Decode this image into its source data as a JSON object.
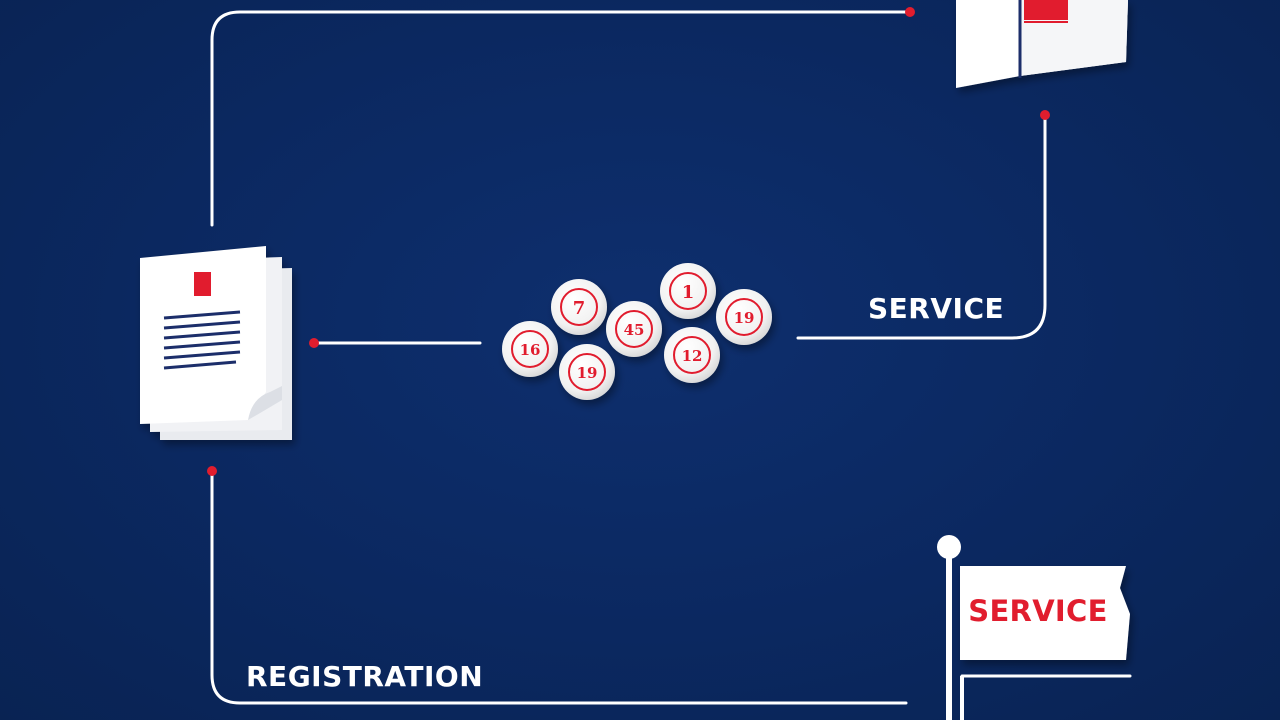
{
  "labels": {
    "service_right": "SERVICE",
    "registration": "REGISTRATION",
    "flag_text": "SERVICE"
  },
  "balls": [
    {
      "text": "7"
    },
    {
      "text": "1"
    },
    {
      "text": "16"
    },
    {
      "text": "45"
    },
    {
      "text": "19"
    },
    {
      "text": "19"
    },
    {
      "text": "12"
    }
  ],
  "colors": {
    "background": "#0b2860",
    "line": "#ffffff",
    "accent": "#e11d2e",
    "paper": "#f4f5f7"
  },
  "icons": {
    "document": "document-stack-icon",
    "folder": "folder-icon",
    "flag": "flag-icon",
    "lottery": "lottery-balls-icon"
  }
}
